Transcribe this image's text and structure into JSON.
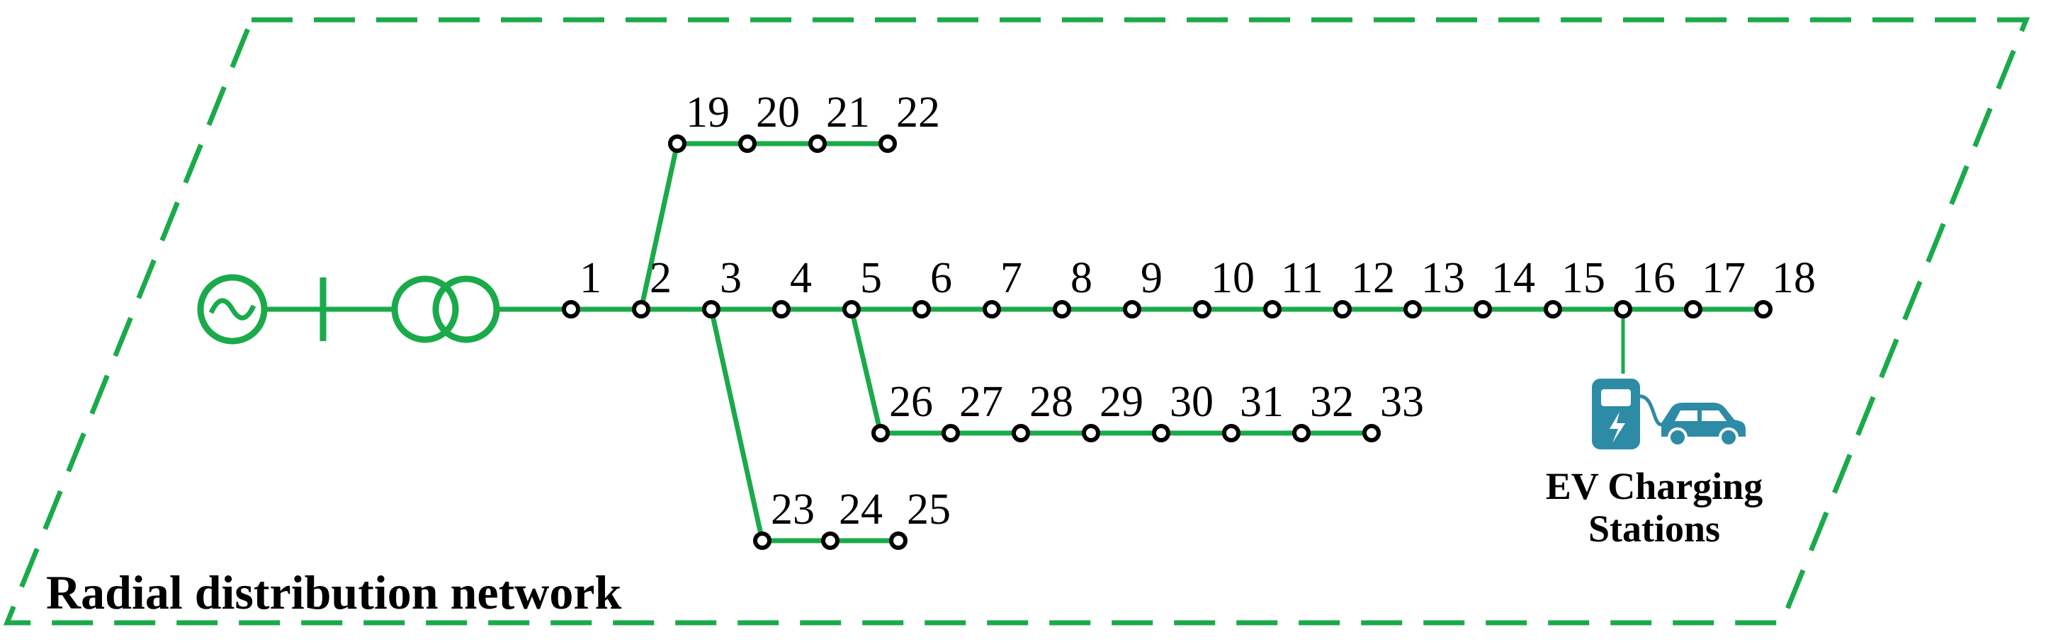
{
  "title": "Radial distribution network",
  "ev_station_label": [
    "EV Charging",
    "Stations"
  ],
  "ev_station_bus": "16",
  "colors": {
    "line": "#1aaa4a",
    "border": "#1aaa4a",
    "node_stroke": "#000000",
    "ev_icon": "#2e8ba6",
    "text": "#000000"
  },
  "feeders": [
    {
      "name": "main",
      "from": null,
      "buses": [
        "1",
        "2",
        "3",
        "4",
        "5",
        "6",
        "7",
        "8",
        "9",
        "10",
        "11",
        "12",
        "13",
        "14",
        "15",
        "16",
        "17",
        "18"
      ]
    },
    {
      "name": "lateral-2",
      "from": "2",
      "buses": [
        "19",
        "20",
        "21",
        "22"
      ]
    },
    {
      "name": "lateral-3",
      "from": "3",
      "buses": [
        "23",
        "24",
        "25"
      ]
    },
    {
      "name": "lateral-6",
      "from": "5",
      "buses": [
        "26",
        "27",
        "28",
        "29",
        "30",
        "31",
        "32",
        "33"
      ]
    }
  ],
  "source_icons": [
    "ac-source-icon",
    "circuit-breaker-icon",
    "transformer-icon"
  ]
}
